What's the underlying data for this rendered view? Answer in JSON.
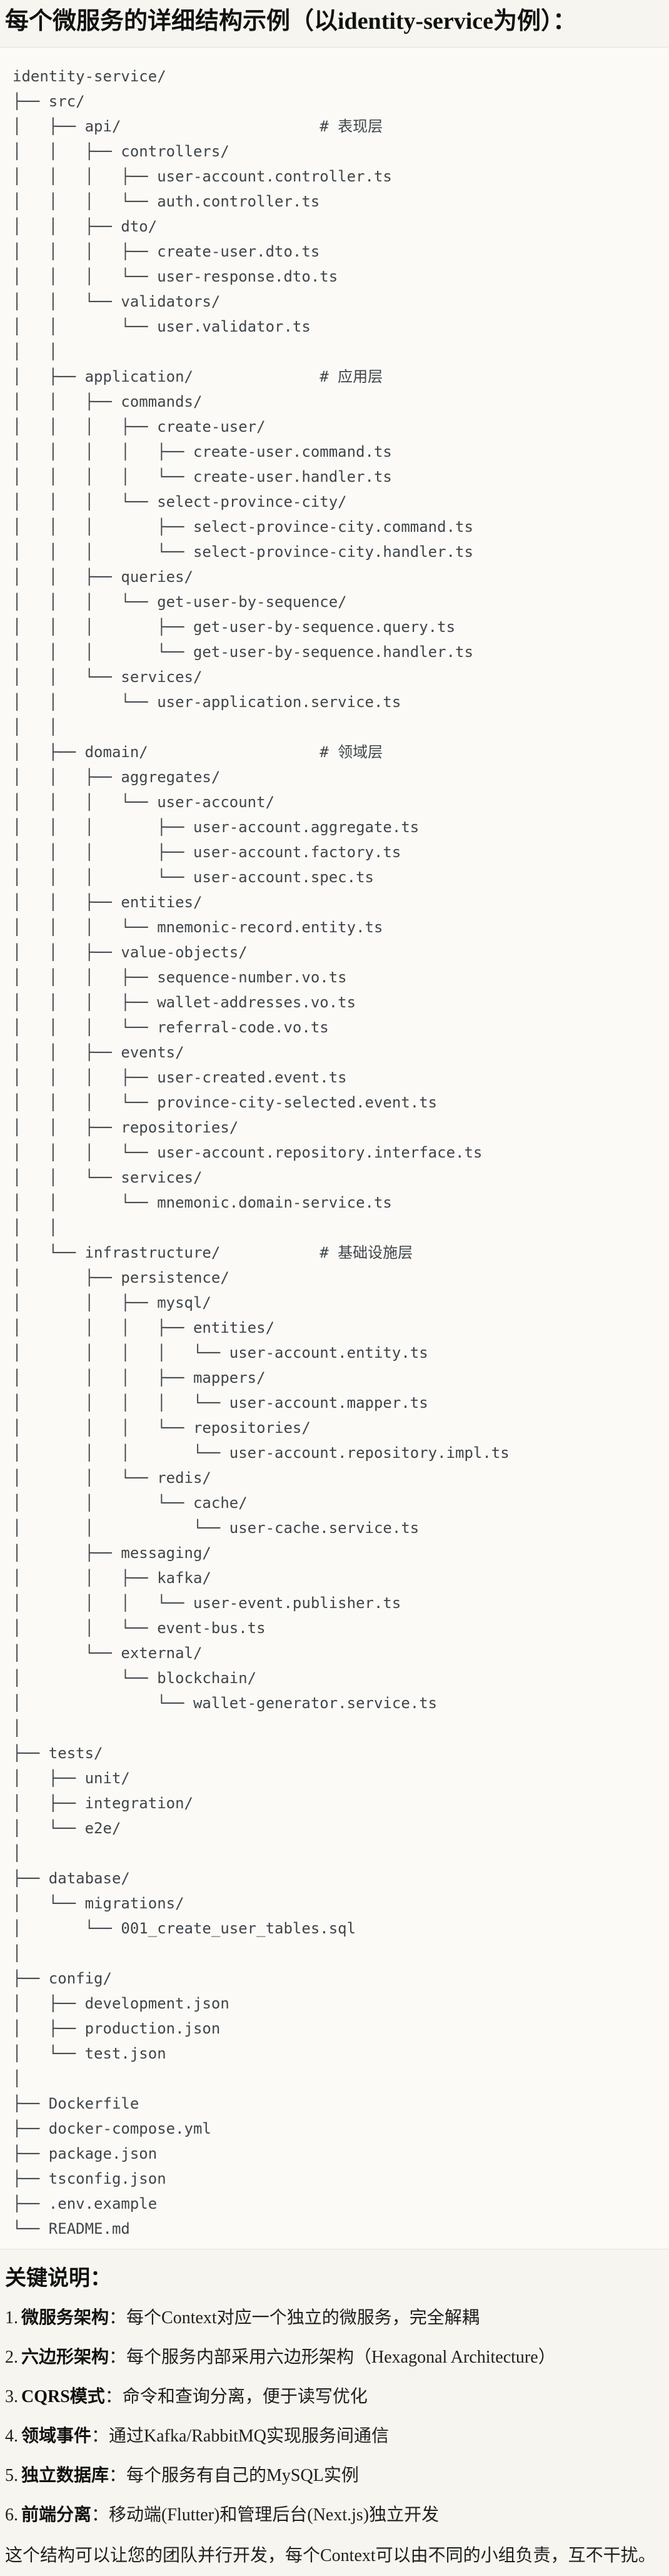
{
  "title": "每个微服务的详细结构示例（以identity-service为例）：",
  "code_block": {
    "language": "text",
    "tree_lines": [
      "identity-service/",
      "├── src/",
      "│   ├── api/                      # 表现层",
      "│   │   ├── controllers/",
      "│   │   │   ├── user-account.controller.ts",
      "│   │   │   └── auth.controller.ts",
      "│   │   ├── dto/",
      "│   │   │   ├── create-user.dto.ts",
      "│   │   │   └── user-response.dto.ts",
      "│   │   └── validators/",
      "│   │       └── user.validator.ts",
      "│   │",
      "│   ├── application/              # 应用层",
      "│   │   ├── commands/",
      "│   │   │   ├── create-user/",
      "│   │   │   │   ├── create-user.command.ts",
      "│   │   │   │   └── create-user.handler.ts",
      "│   │   │   └── select-province-city/",
      "│   │   │       ├── select-province-city.command.ts",
      "│   │   │       └── select-province-city.handler.ts",
      "│   │   ├── queries/",
      "│   │   │   └── get-user-by-sequence/",
      "│   │   │       ├── get-user-by-sequence.query.ts",
      "│   │   │       └── get-user-by-sequence.handler.ts",
      "│   │   └── services/",
      "│   │       └── user-application.service.ts",
      "│   │",
      "│   ├── domain/                   # 领域层",
      "│   │   ├── aggregates/",
      "│   │   │   └── user-account/",
      "│   │   │       ├── user-account.aggregate.ts",
      "│   │   │       ├── user-account.factory.ts",
      "│   │   │       └── user-account.spec.ts",
      "│   │   ├── entities/",
      "│   │   │   └── mnemonic-record.entity.ts",
      "│   │   ├── value-objects/",
      "│   │   │   ├── sequence-number.vo.ts",
      "│   │   │   ├── wallet-addresses.vo.ts",
      "│   │   │   └── referral-code.vo.ts",
      "│   │   ├── events/",
      "│   │   │   ├── user-created.event.ts",
      "│   │   │   └── province-city-selected.event.ts",
      "│   │   ├── repositories/",
      "│   │   │   └── user-account.repository.interface.ts",
      "│   │   └── services/",
      "│   │       └── mnemonic.domain-service.ts",
      "│   │",
      "│   └── infrastructure/           # 基础设施层",
      "│       ├── persistence/",
      "│       │   ├── mysql/",
      "│       │   │   ├── entities/",
      "│       │   │   │   └── user-account.entity.ts",
      "│       │   │   ├── mappers/",
      "│       │   │   │   └── user-account.mapper.ts",
      "│       │   │   └── repositories/",
      "│       │   │       └── user-account.repository.impl.ts",
      "│       │   └── redis/",
      "│       │       └── cache/",
      "│       │           └── user-cache.service.ts",
      "│       ├── messaging/",
      "│       │   ├── kafka/",
      "│       │   │   └── user-event.publisher.ts",
      "│       │   └── event-bus.ts",
      "│       └── external/",
      "│           └── blockchain/",
      "│               └── wallet-generator.service.ts",
      "│",
      "├── tests/",
      "│   ├── unit/",
      "│   ├── integration/",
      "│   └── e2e/",
      "│",
      "├── database/",
      "│   └── migrations/",
      "│       └── 001_create_user_tables.sql",
      "│",
      "├── config/",
      "│   ├── development.json",
      "│   ├── production.json",
      "│   └── test.json",
      "│",
      "├── Dockerfile",
      "├── docker-compose.yml",
      "├── package.json",
      "├── tsconfig.json",
      "├── .env.example",
      "└── README.md"
    ]
  },
  "notes": {
    "heading": "关键说明：",
    "items": [
      {
        "num": "1.",
        "label": "微服务架构",
        "sep": "：",
        "text": "每个Context对应一个独立的微服务，完全解耦"
      },
      {
        "num": "2.",
        "label": "六边形架构",
        "sep": "：",
        "text": "每个服务内部采用六边形架构（Hexagonal Architecture）"
      },
      {
        "num": "3.",
        "label": "CQRS模式",
        "sep": "：",
        "text": "命令和查询分离，便于读写优化"
      },
      {
        "num": "4.",
        "label": "领域事件",
        "sep": "：",
        "text": "通过Kafka/RabbitMQ实现服务间通信"
      },
      {
        "num": "5.",
        "label": "独立数据库",
        "sep": "：",
        "text": "每个服务有自己的MySQL实例"
      },
      {
        "num": "6.",
        "label": "前端分离",
        "sep": "：",
        "text": "移动端(Flutter)和管理后台(Next.js)独立开发"
      }
    ],
    "footer": "这个结构可以让您的团队并行开发，每个Context可以由不同的小组负责，互不干扰。"
  },
  "colors": {
    "page_background": "#f6f5ef",
    "code_background": "#fbfaf6",
    "code_border": "#e5e3db",
    "tree_text": "#40454a",
    "heading_text": "#111111",
    "body_text": "#202020"
  }
}
